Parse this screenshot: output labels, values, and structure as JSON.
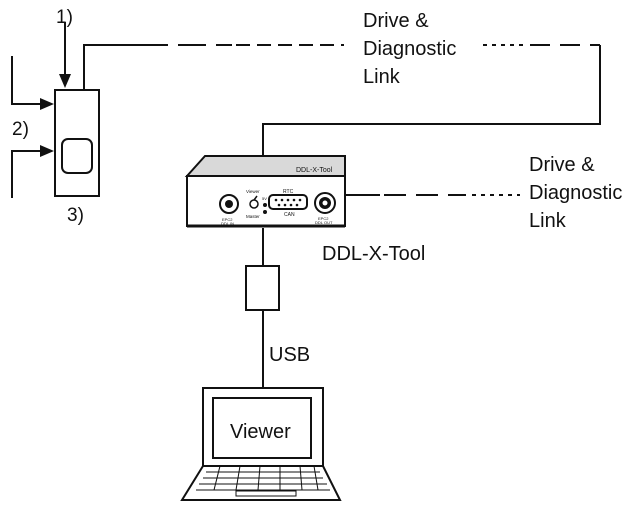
{
  "labels": {
    "marker_1": "1)",
    "marker_2": "2)",
    "marker_3": "3)",
    "link_top_line1": "Drive &",
    "link_top_line2": "Diagnostic",
    "link_top_line3": "Link",
    "link_right_line1": "Drive &",
    "link_right_line2": "Diagnostic",
    "link_right_line3": "Link",
    "device_name": "DDL-X-Tool",
    "usb": "USB",
    "viewer": "Viewer"
  },
  "device_panel": {
    "brand": "DDL-X-Tool",
    "port_left": "EPC2\nDDL IN",
    "port_right": "EPC2\nDDL OUT",
    "viewer_switch": "Viewer",
    "master_switch": "Master",
    "serial_top": "RTC",
    "serial_bottom": "CAN",
    "led_label": "5V"
  }
}
